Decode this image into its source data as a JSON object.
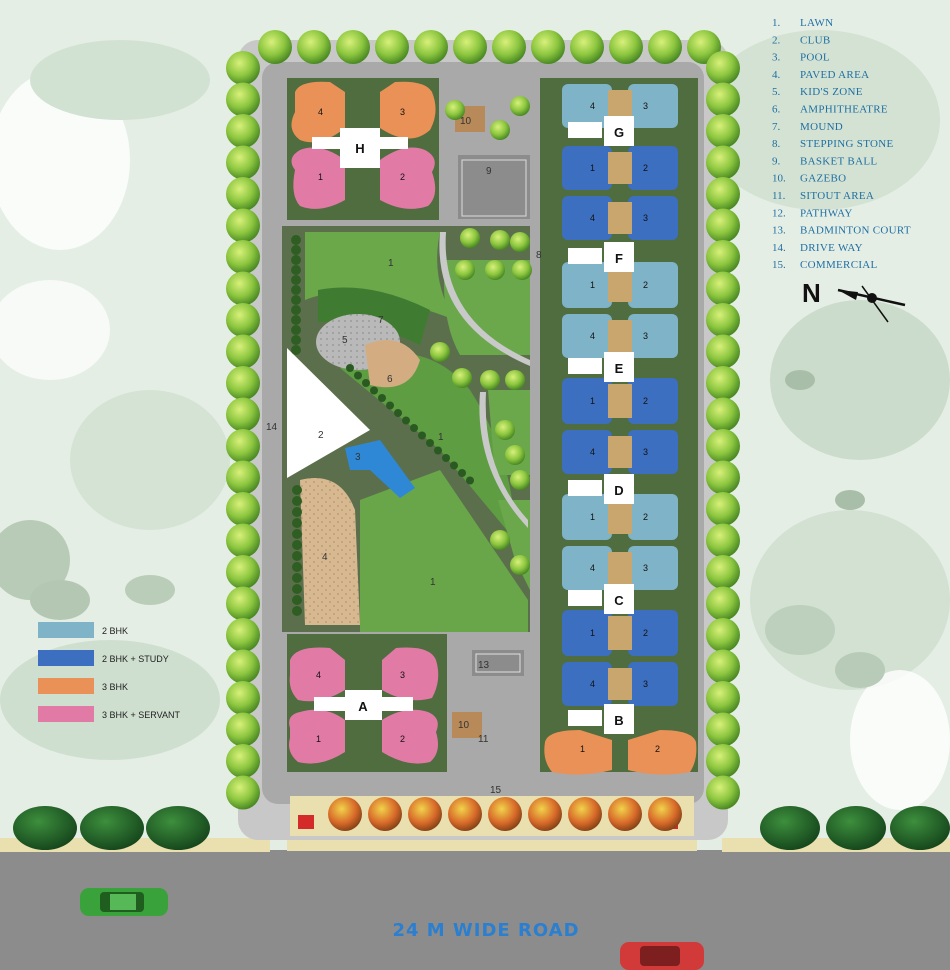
{
  "site_plan": {
    "road_label": "24 M WIDE ROAD",
    "north_label": "N",
    "legend": [
      {
        "num": "1.",
        "label": "LAWN"
      },
      {
        "num": "2.",
        "label": "CLUB"
      },
      {
        "num": "3.",
        "label": "POOL"
      },
      {
        "num": "4.",
        "label": "PAVED AREA"
      },
      {
        "num": "5.",
        "label": "KID'S ZONE"
      },
      {
        "num": "6.",
        "label": "AMPHITHEATRE"
      },
      {
        "num": "7.",
        "label": "MOUND"
      },
      {
        "num": "8.",
        "label": "STEPPING STONE"
      },
      {
        "num": "9.",
        "label": "BASKET BALL"
      },
      {
        "num": "10.",
        "label": "GAZEBO"
      },
      {
        "num": "11.",
        "label": "SITOUT AREA"
      },
      {
        "num": "12.",
        "label": "PATHWAY"
      },
      {
        "num": "13.",
        "label": "BADMINTON COURT"
      },
      {
        "num": "14.",
        "label": "DRIVE WAY"
      },
      {
        "num": "15.",
        "label": "COMMERCIAL"
      }
    ],
    "unit_key": [
      {
        "label": "2 BHK",
        "color": "#7fb3c7"
      },
      {
        "label": "2 BHK + STUDY",
        "color": "#3d6fc0"
      },
      {
        "label": "3 BHK",
        "color": "#e99156"
      },
      {
        "label": "3 BHK + SERVANT",
        "color": "#e27aa6"
      }
    ],
    "towers": {
      "A": "A",
      "B": "B",
      "C": "C",
      "D": "D",
      "E": "E",
      "F": "F",
      "G": "G",
      "H": "H"
    },
    "zone_numbers": {
      "lawn": "1",
      "club": "2",
      "pool": "3",
      "paved": "4",
      "kids": "5",
      "amph": "6",
      "mound": "7",
      "stepping": "8",
      "basket": "9",
      "gazebo": "10",
      "sitout": "11",
      "badminton": "13",
      "driveway": "14",
      "commercial": "15"
    },
    "unit_nums": {
      "one": "1",
      "two": "2",
      "three": "3",
      "four": "4"
    }
  }
}
